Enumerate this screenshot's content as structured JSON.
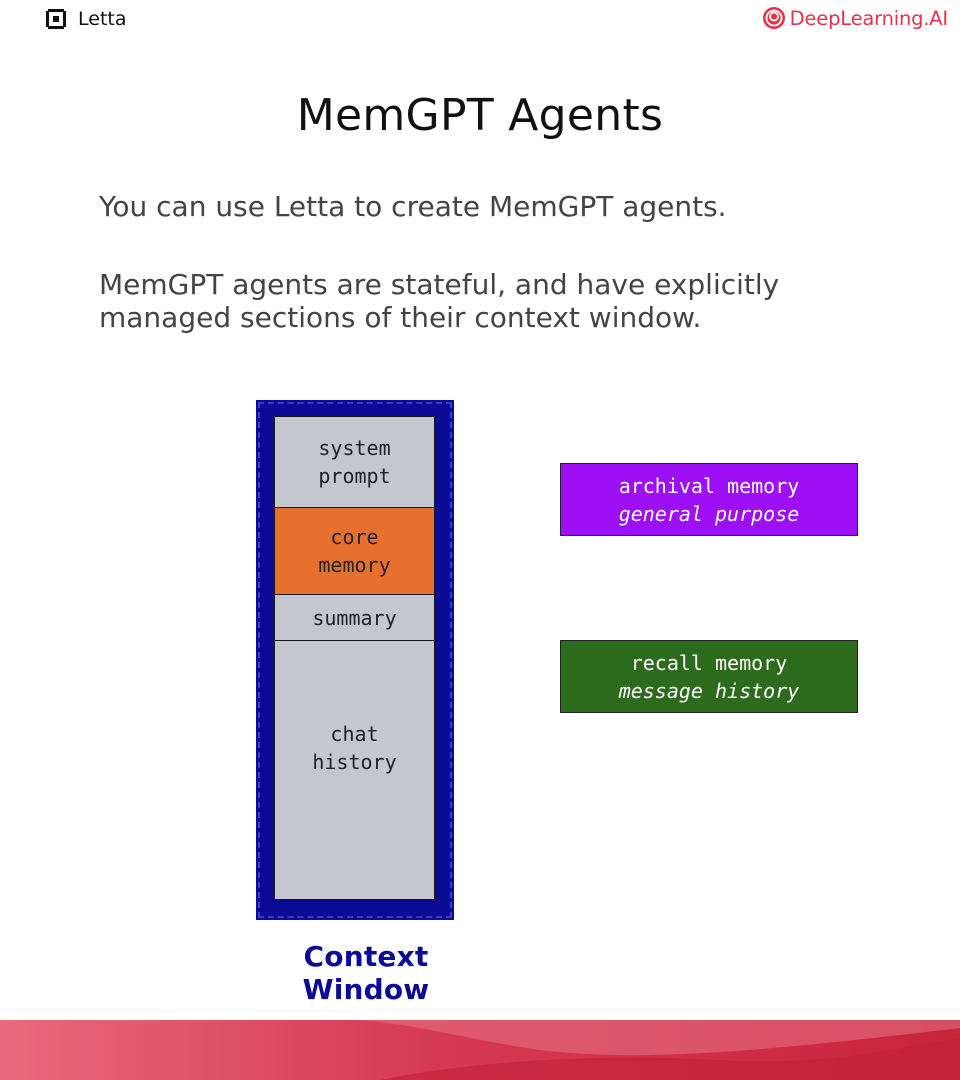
{
  "header": {
    "left_brand": "Letta",
    "right_brand": "DeepLearning.AI",
    "right_brand_color": "#e5334b"
  },
  "slide": {
    "title": "MemGPT Agents",
    "paragraph_1": "You can use Letta to create MemGPT agents.",
    "paragraph_2_lines": [
      "MemGPT agents are stateful, and have explicitly",
      "managed sections of their context window."
    ]
  },
  "context_window": {
    "label": "Context Window",
    "color": "#0b0b96",
    "sections": {
      "system_prompt": [
        "system",
        "prompt"
      ],
      "core_memory": [
        "core",
        "memory"
      ],
      "summary": [
        "summary"
      ],
      "chat_history": [
        "chat",
        "history"
      ]
    },
    "core_memory_color": "#e8702e"
  },
  "external_memory": {
    "archival": {
      "title": "archival memory",
      "subtitle": "general purpose",
      "color": "#9d0ff5"
    },
    "recall": {
      "title": "recall memory",
      "subtitle": "message history",
      "color": "#2c6b1c"
    }
  },
  "icons": {
    "left_logo": "letta-logo-icon",
    "right_logo": "deeplearning-logo-icon"
  }
}
